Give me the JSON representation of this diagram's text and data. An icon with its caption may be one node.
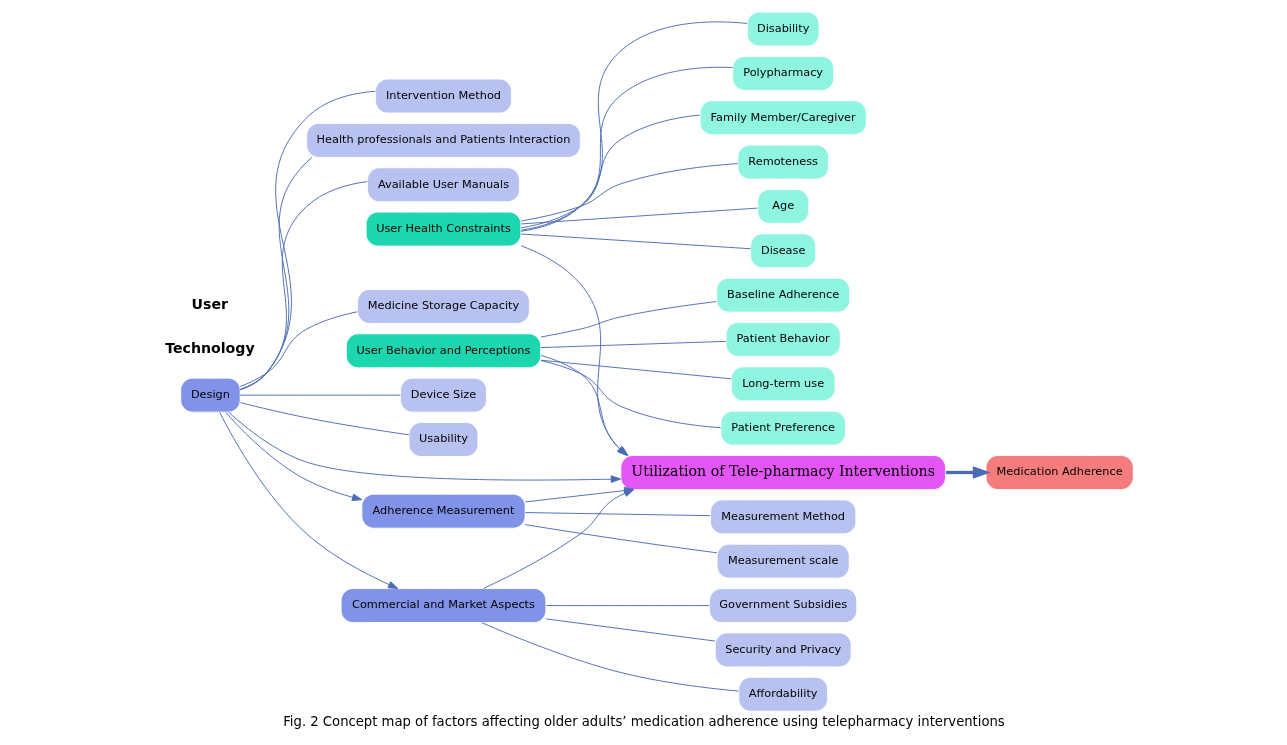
{
  "diagram": {
    "caption": "Fig. 2 Concept map of factors affecting older adults’ medication adherence using telepharmacy interventions",
    "nodes": [
      {
        "text": [
          "Utilization of Tele-pharmacy Interventions"
        ]
      },
      {
        "text": [
          "Medication Adherence"
        ]
      },
      {
        "text": [
          "Design"
        ]
      },
      {
        "text": [
          "Adherence Measurement"
        ]
      },
      {
        "text": [
          "Commercial and Market Aspects"
        ]
      },
      {
        "text": [
          "User Health Constraints"
        ]
      },
      {
        "text": [
          "User Behavior and Perceptions"
        ]
      },
      {
        "text": [
          "Measurement Method"
        ]
      },
      {
        "text": [
          "Measurement scale"
        ]
      },
      {
        "text": [
          "Intervention Method"
        ]
      },
      {
        "text": [
          "Health professionals and Patients Interaction"
        ]
      },
      {
        "text": [
          "Available User Manuals"
        ]
      },
      {
        "text": [
          "Medicine Storage Capacity"
        ]
      },
      {
        "text": [
          "Device Size"
        ]
      },
      {
        "text": [
          "Usability"
        ]
      },
      {
        "text": [
          "Affordability"
        ]
      },
      {
        "text": [
          "Government Subsidies"
        ]
      },
      {
        "text": [
          "Security and Privacy"
        ]
      },
      {
        "text": [
          "Disability"
        ]
      },
      {
        "text": [
          "Polypharmacy"
        ]
      },
      {
        "text": [
          "Family Member/Caregiver"
        ]
      },
      {
        "text": [
          "Remoteness"
        ]
      },
      {
        "text": [
          "Age"
        ]
      },
      {
        "text": [
          "Disease"
        ]
      },
      {
        "text": [
          "Long-term use"
        ]
      },
      {
        "text": [
          "Patient Preference"
        ]
      },
      {
        "text": [
          "Baseline Adherence"
        ]
      },
      {
        "text": [
          "Patient Behavior"
        ]
      }
    ],
    "edges": [
      {
        "from": 2,
        "to": 3,
        "arrow": "to"
      },
      {
        "from": 2,
        "to": 0,
        "arrow": "to"
      },
      {
        "from": 2,
        "to": 4,
        "arrow": "to"
      },
      {
        "from": 3,
        "to": 0,
        "arrow": "to"
      },
      {
        "from": 4,
        "to": 0,
        "arrow": "to"
      },
      {
        "from": 5,
        "to": 0,
        "arrow": "to"
      },
      {
        "from": 6,
        "to": 0,
        "arrow": "to"
      },
      {
        "from": 0,
        "to": 1,
        "arrow": "to",
        "style": "thick"
      },
      {
        "from": 3,
        "to": 7,
        "arrow": "none"
      },
      {
        "from": 3,
        "to": 8,
        "arrow": "none"
      },
      {
        "from": 2,
        "to": 9,
        "arrow": "none"
      },
      {
        "from": 2,
        "to": 10,
        "arrow": "none"
      },
      {
        "from": 2,
        "to": 11,
        "arrow": "none"
      },
      {
        "from": 2,
        "to": 12,
        "arrow": "none"
      },
      {
        "from": 2,
        "to": 13,
        "arrow": "none"
      },
      {
        "from": 2,
        "to": 14,
        "arrow": "none"
      },
      {
        "from": 4,
        "to": 15,
        "arrow": "none"
      },
      {
        "from": 4,
        "to": 16,
        "arrow": "none"
      },
      {
        "from": 4,
        "to": 17,
        "arrow": "none"
      },
      {
        "from": 5,
        "to": 18,
        "arrow": "none"
      },
      {
        "from": 5,
        "to": 19,
        "arrow": "none"
      },
      {
        "from": 5,
        "to": 20,
        "arrow": "none"
      },
      {
        "from": 5,
        "to": 21,
        "arrow": "none"
      },
      {
        "from": 5,
        "to": 22,
        "arrow": "none"
      },
      {
        "from": 5,
        "to": 23,
        "arrow": "none"
      },
      {
        "from": 6,
        "to": 24,
        "arrow": "none"
      },
      {
        "from": 6,
        "to": 25,
        "arrow": "none"
      },
      {
        "from": 6,
        "to": 26,
        "arrow": "none"
      },
      {
        "from": 6,
        "to": 27,
        "arrow": "none"
      }
    ],
    "labels": [
      "Technology",
      "User"
    ]
  }
}
